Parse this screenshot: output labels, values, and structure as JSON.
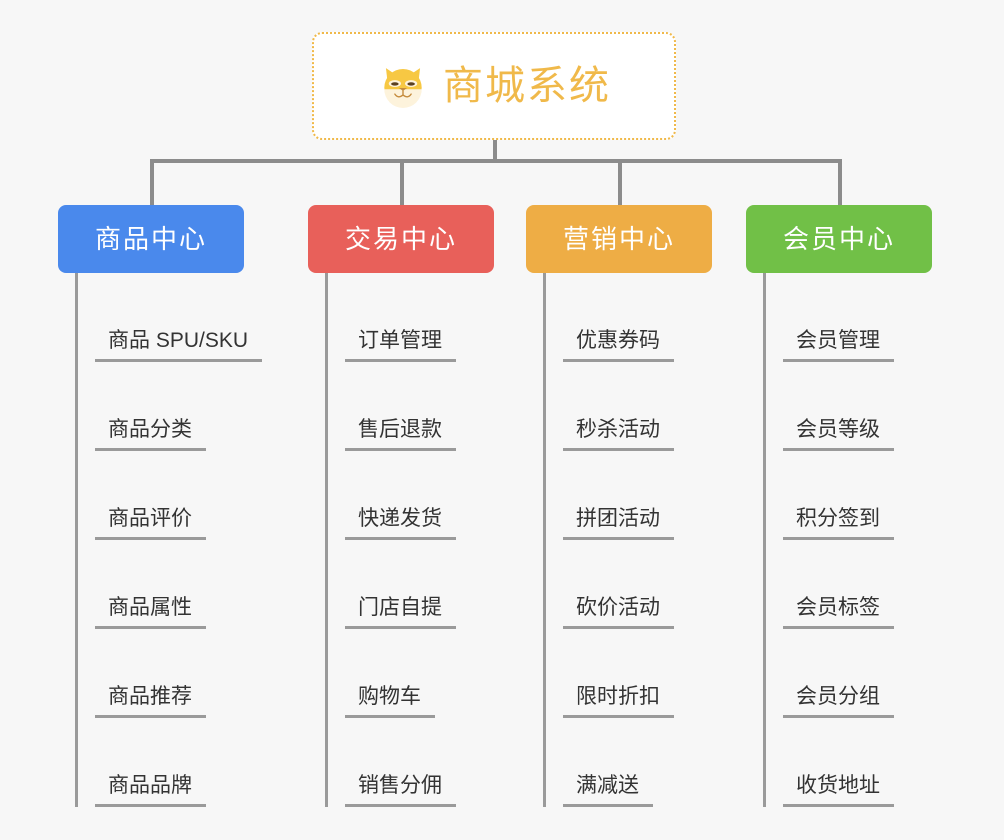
{
  "root": {
    "title": "商城系统",
    "icon": "shiba-dog-face-icon",
    "accent_color": "#f0b94a",
    "border_style": "dotted"
  },
  "canvas": {
    "background_color": "#f7f7f7",
    "connector_color": "#8c8c8c"
  },
  "columns": [
    {
      "title": "商品中心",
      "color": "#4a89ec",
      "items": [
        {
          "label": "商品 SPU/SKU"
        },
        {
          "label": "商品分类"
        },
        {
          "label": "商品评价"
        },
        {
          "label": "商品属性"
        },
        {
          "label": "商品推荐"
        },
        {
          "label": "商品品牌"
        }
      ]
    },
    {
      "title": "交易中心",
      "color": "#e8605a",
      "items": [
        {
          "label": "订单管理"
        },
        {
          "label": "售后退款"
        },
        {
          "label": "快递发货"
        },
        {
          "label": "门店自提"
        },
        {
          "label": "购物车"
        },
        {
          "label": "销售分佣"
        }
      ]
    },
    {
      "title": "营销中心",
      "color": "#eead45",
      "items": [
        {
          "label": "优惠券码"
        },
        {
          "label": "秒杀活动"
        },
        {
          "label": "拼团活动"
        },
        {
          "label": "砍价活动"
        },
        {
          "label": "限时折扣"
        },
        {
          "label": "满减送"
        }
      ]
    },
    {
      "title": "会员中心",
      "color": "#71c047",
      "items": [
        {
          "label": "会员管理"
        },
        {
          "label": "会员等级"
        },
        {
          "label": "积分签到"
        },
        {
          "label": "会员标签"
        },
        {
          "label": "会员分组"
        },
        {
          "label": "收货地址"
        }
      ]
    }
  ]
}
